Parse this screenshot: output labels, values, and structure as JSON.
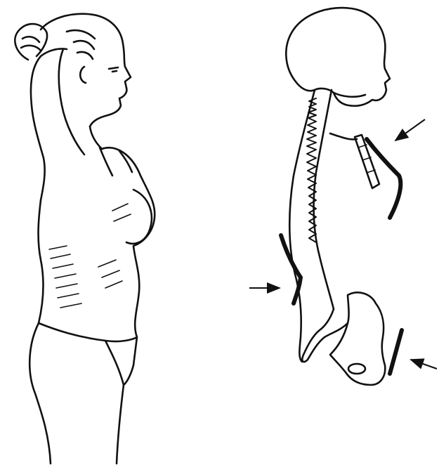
{
  "figure": {
    "panels": [
      {
        "id": "woman-profile",
        "depicts": "woman-side-view-hands-behind-head"
      },
      {
        "id": "spine-skeleton",
        "depicts": "skeleton-side-view-spine-curvature"
      }
    ],
    "pressure_arrows": [
      {
        "region": "chest",
        "direction": "down-left"
      },
      {
        "region": "lower-back",
        "direction": "right"
      },
      {
        "region": "pelvis",
        "direction": "left"
      }
    ],
    "colors": {
      "ink": "#111111",
      "paper": "#ffffff"
    }
  }
}
